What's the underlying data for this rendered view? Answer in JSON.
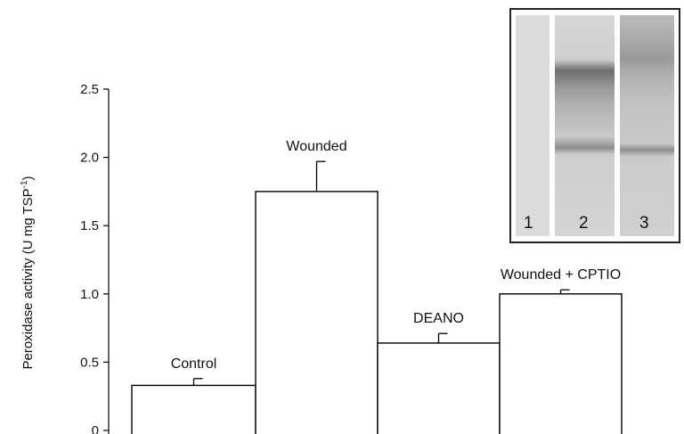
{
  "chart_data": {
    "type": "bar",
    "categories": [
      "Control",
      "Wounded",
      "DEANO",
      "Wounded + CPTIO"
    ],
    "values": [
      0.33,
      1.75,
      0.64,
      1.0
    ],
    "errors": [
      0.05,
      0.22,
      0.07,
      0.03
    ],
    "ylabel": "Peroxidase activity (U mg TSP",
    "ylabel_sup": "-1",
    "ylabel_end": ")",
    "ylim": [
      0,
      2.5
    ],
    "yticks": [
      0,
      0.5,
      1.0,
      1.5,
      2.0,
      2.5
    ],
    "ytick_labels": [
      "0",
      "0.5",
      "1.0",
      "1.5",
      "2.0",
      "2.5"
    ],
    "grid": false,
    "bar_fill": "#ffffff",
    "bar_stroke": "#000000"
  },
  "inset": {
    "lanes": [
      "1",
      "2",
      "3"
    ]
  }
}
